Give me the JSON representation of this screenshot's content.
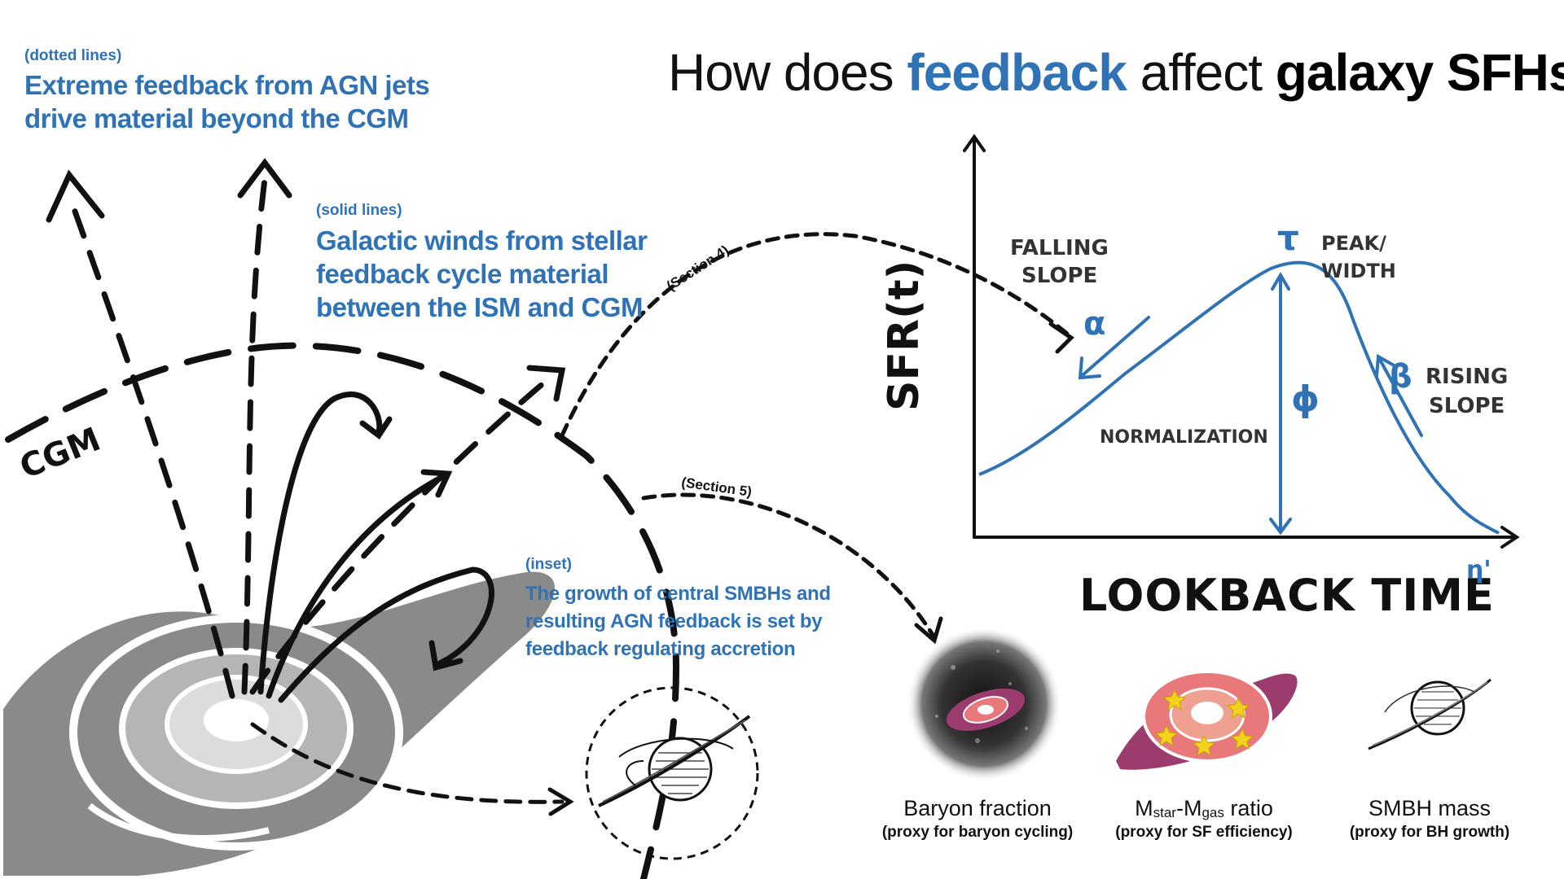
{
  "title": {
    "part1": "How does ",
    "kw1": "feedback",
    "part2": " affect ",
    "kw2": "galaxy SFHs",
    "part3": "?"
  },
  "agn": {
    "tag": "(dotted lines)",
    "line1": "Extreme feedback from AGN jets",
    "line2": "drive material beyond the CGM"
  },
  "winds": {
    "tag": "(solid lines)",
    "line1": "Galactic winds from stellar",
    "line2": "feedback cycle material",
    "line3": "between the ISM and CGM"
  },
  "inset": {
    "tag": "(inset)",
    "line1": "The growth of central SMBHs and",
    "line2": "resulting AGN feedback is set by",
    "line3": "feedback regulating accretion"
  },
  "cgm_label": "CGM",
  "section4": "(Section 4)",
  "section5": "(Section 5)",
  "sfh": {
    "ylabel": "SFR(t)",
    "xlabel": "LOOKBACK TIME",
    "falling1": "FALLING",
    "falling2": "SLOPE",
    "alpha": "α",
    "tau": "τ",
    "peak1": "PEAK/",
    "peak2": "WIDTH",
    "beta": "β",
    "rising1": "RISING",
    "rising2": "SLOPE",
    "phi": "ϕ",
    "normalization": "NORMALIZATION",
    "eta": "η'"
  },
  "metrics": [
    {
      "name": "Baryon fraction",
      "sub": "(proxy for baryon cycling)"
    },
    {
      "name_main": "M",
      "name_sub1": "star",
      "name_mid": "-M",
      "name_sub2": "gas",
      "name_tail": " ratio",
      "sub": "(proxy for SF efficiency)"
    },
    {
      "name": "SMBH mass",
      "sub": "(proxy for BH growth)"
    }
  ],
  "colors": {
    "accent_blue": "#2f72b5",
    "ink": "#111111",
    "disk_gray": "#8a8a8a",
    "disk_mid": "#b5b5b5",
    "disk_light": "#dcdcdc",
    "galaxy_magenta": "#9c3b6d",
    "galaxy_pink": "#e8787a",
    "star_yellow": "#f3d21c"
  }
}
